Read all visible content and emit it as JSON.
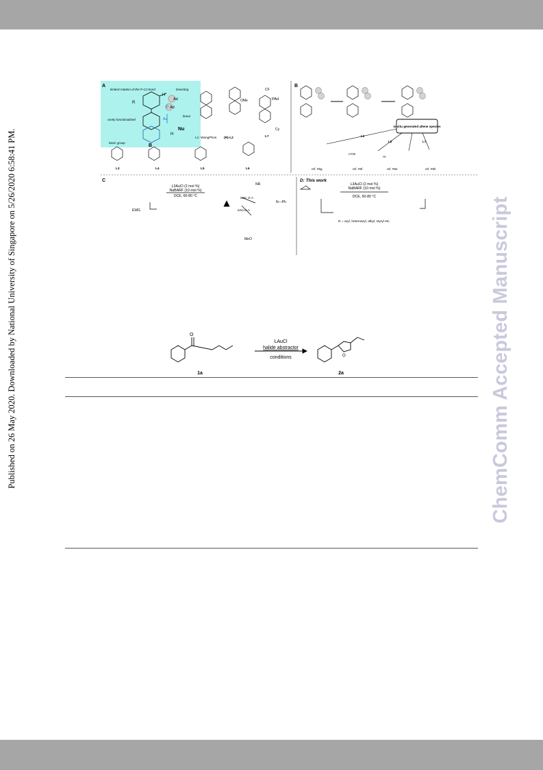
{
  "header_bar": {
    "color": "#a6a6a6"
  },
  "footer_bar": {
    "color": "#a6a6a6"
  },
  "side_stamp": "Published on 26 May 2020. Downloaded by National University of Singapore on 5/26/2020 6:58:41 PM.",
  "watermark": "ChemComm Accepted Manuscript",
  "figure": {
    "panel_a": {
      "label": "A",
      "note_rotation": "limited rotation of the P-C2 bond",
      "note_bisecting": "bisecting",
      "note_linear": "linear",
      "note_rarely": "rarely functionalized",
      "note_basic": "basic group",
      "atom_H": "H",
      "atom_B": "B",
      "atom_Nu": "Nu",
      "atom_R": "R",
      "atom_P": "P",
      "atom_Au": "Au",
      "ad1": "Ad",
      "ad2": "Ad",
      "ligand_L1": "L1: WangPhos",
      "ligand_L2": "(R)-L2",
      "ligand_L7": "L7",
      "ligand_L3": "L3",
      "ligand_L4": "L4",
      "ligand_L5": "L5",
      "ligand_L6": "L6",
      "pad2": "PAd",
      "ome": "OMe",
      "cf3": "CF",
      "cy": "Cy"
    },
    "panel_b": {
      "label": "B",
      "callout": "in situ generated allene species",
      "ref_5g": "ref. #5g",
      "ref_5f": "ref. #5f",
      "ref_5e": "ref. #5e",
      "ref_5h": "ref. #5h",
      "l3": "L3",
      "l6": "L6",
      "l7": "L7",
      "ons": "o-Ns",
      "ar": "Ar"
    },
    "panel_c": {
      "label": "C",
      "cond_line1": "L3AuCl (2 mol %)",
      "cond_line2": "NaBARF (10 mol %)",
      "cond_line3": "DCE, 60-80 °C",
      "ewg": "EWG",
      "intra": "intra D-A",
      "inter": "inter. D-A",
      "nr2": "NR",
      "meo2c": "MeO",
      "ph": "N—Ph"
    },
    "panel_d": {
      "label": "D: This work",
      "cond_line1": "L3AuCl (2 mol %)",
      "cond_line2": "NaBARF (10 mol %)",
      "cond_line3": "DCE, 60-80 °C",
      "scope": "R = aryl, heteroaryl, alkyl, styryl etc."
    }
  },
  "scheme": {
    "reagent": "LAuCl",
    "abstractor": "halide abstractor",
    "conditions": "conditions",
    "substrate_label": "1a",
    "product_label": "2a"
  }
}
